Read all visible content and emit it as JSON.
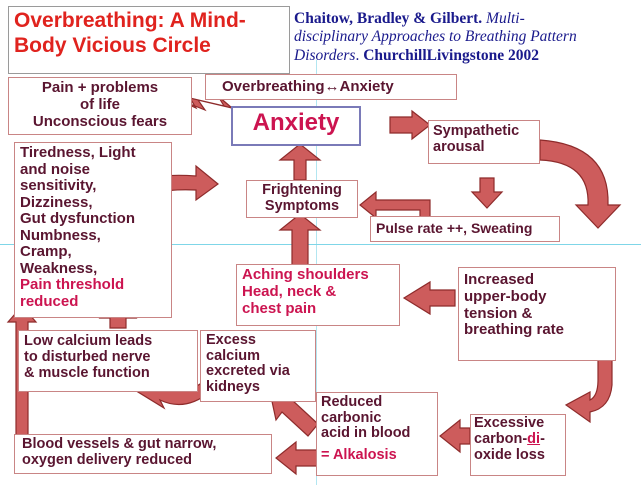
{
  "colors": {
    "arrow_fill": "#cd5c5c",
    "arrow_stroke": "#8e2b2b",
    "text_dark": "#5a1530",
    "text_red": "#cc1450",
    "title_red": "#e0231e",
    "ref_blue": "#1a1a8c",
    "guide": "#7fd6e8"
  },
  "title": {
    "line1": "Overbreathing: A Mind-",
    "line2": "Body Vicious Circle"
  },
  "reference": {
    "authors": "Chaitow, Bradley & Gilbert.",
    "book_line1": "Multi-",
    "book_line2": "disciplinary Approaches to Breathing Pattern",
    "book_line3": "Disorders",
    "publisher": "ChurchillLivingstone 2002"
  },
  "header_box": {
    "left": "Overbreathing",
    "arrow": "↔",
    "right": "Anxiety"
  },
  "nodes": {
    "pain_problems": [
      "Pain + problems",
      "of life",
      "Unconscious fears"
    ],
    "anxiety": "Anxiety",
    "sympathetic": [
      "Sympathetic",
      "arousal"
    ],
    "tiredness": [
      "Tiredness,  Light",
      "and noise",
      "sensitivity,",
      "Dizziness,",
      "Gut dysfunction",
      "Numbness,",
      "Cramp,",
      "Weakness,"
    ],
    "tiredness_red": [
      "Pain threshold",
      "reduced"
    ],
    "frightening": [
      "Frightening",
      "Symptoms"
    ],
    "pulse": "Pulse rate ++, Sweating",
    "aching": [
      "Aching shoulders"
    ],
    "aching_red": [
      "Head, neck &",
      "chest pain"
    ],
    "increased": [
      "Increased",
      "upper-body",
      "tension &",
      "breathing rate"
    ],
    "low_calcium": [
      "Low calcium leads",
      "to disturbed nerve",
      "& muscle function"
    ],
    "excess_calcium": [
      "Excess",
      "calcium",
      "excreted via",
      "kidneys"
    ],
    "reduced_carbonic": [
      "Reduced",
      "carbonic",
      "acid in blood"
    ],
    "alkalosis": "= Alkalosis",
    "excessive_co2": {
      "line1": "Excessive",
      "line2a": "carbon-",
      "line2b": "di",
      "line2c": "-",
      "line3": "oxide loss"
    },
    "blood_vessels": [
      "Blood vessels & gut narrow,",
      "oxygen delivery reduced"
    ]
  }
}
